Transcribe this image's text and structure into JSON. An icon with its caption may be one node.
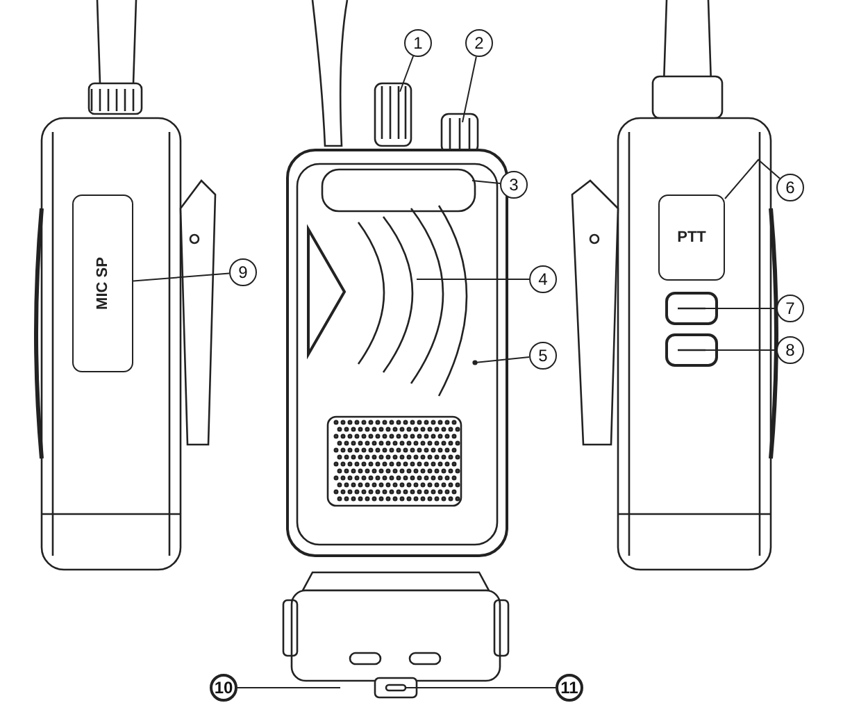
{
  "diagram": {
    "nodes": [
      {
        "text": [
          "1"
        ]
      },
      {
        "text": [
          "2"
        ]
      },
      {
        "text": [
          "3"
        ]
      },
      {
        "text": [
          "4"
        ]
      },
      {
        "text": [
          "5"
        ]
      },
      {
        "text": [
          "6"
        ]
      },
      {
        "text": [
          "7"
        ]
      },
      {
        "text": [
          "8"
        ]
      },
      {
        "text": [
          "9"
        ]
      },
      {
        "text": [
          "10"
        ]
      },
      {
        "text": [
          "11"
        ]
      },
      {
        "text": [
          "MIC SP"
        ]
      },
      {
        "text": [
          "PTT"
        ]
      }
    ],
    "edges": [
      {
        "from": 0,
        "to": null,
        "arrow": "none"
      },
      {
        "from": 1,
        "to": null,
        "arrow": "none"
      },
      {
        "from": 2,
        "to": null,
        "arrow": "none"
      },
      {
        "from": 3,
        "to": null,
        "arrow": "none"
      },
      {
        "from": 4,
        "to": null,
        "arrow": "other"
      },
      {
        "from": 5,
        "to": 12,
        "arrow": "none"
      },
      {
        "from": 6,
        "to": null,
        "arrow": "none"
      },
      {
        "from": 7,
        "to": null,
        "arrow": "none"
      },
      {
        "from": 8,
        "to": 11,
        "arrow": "none"
      },
      {
        "from": 9,
        "to": null,
        "arrow": "none"
      },
      {
        "from": 10,
        "to": null,
        "arrow": "none"
      }
    ]
  }
}
